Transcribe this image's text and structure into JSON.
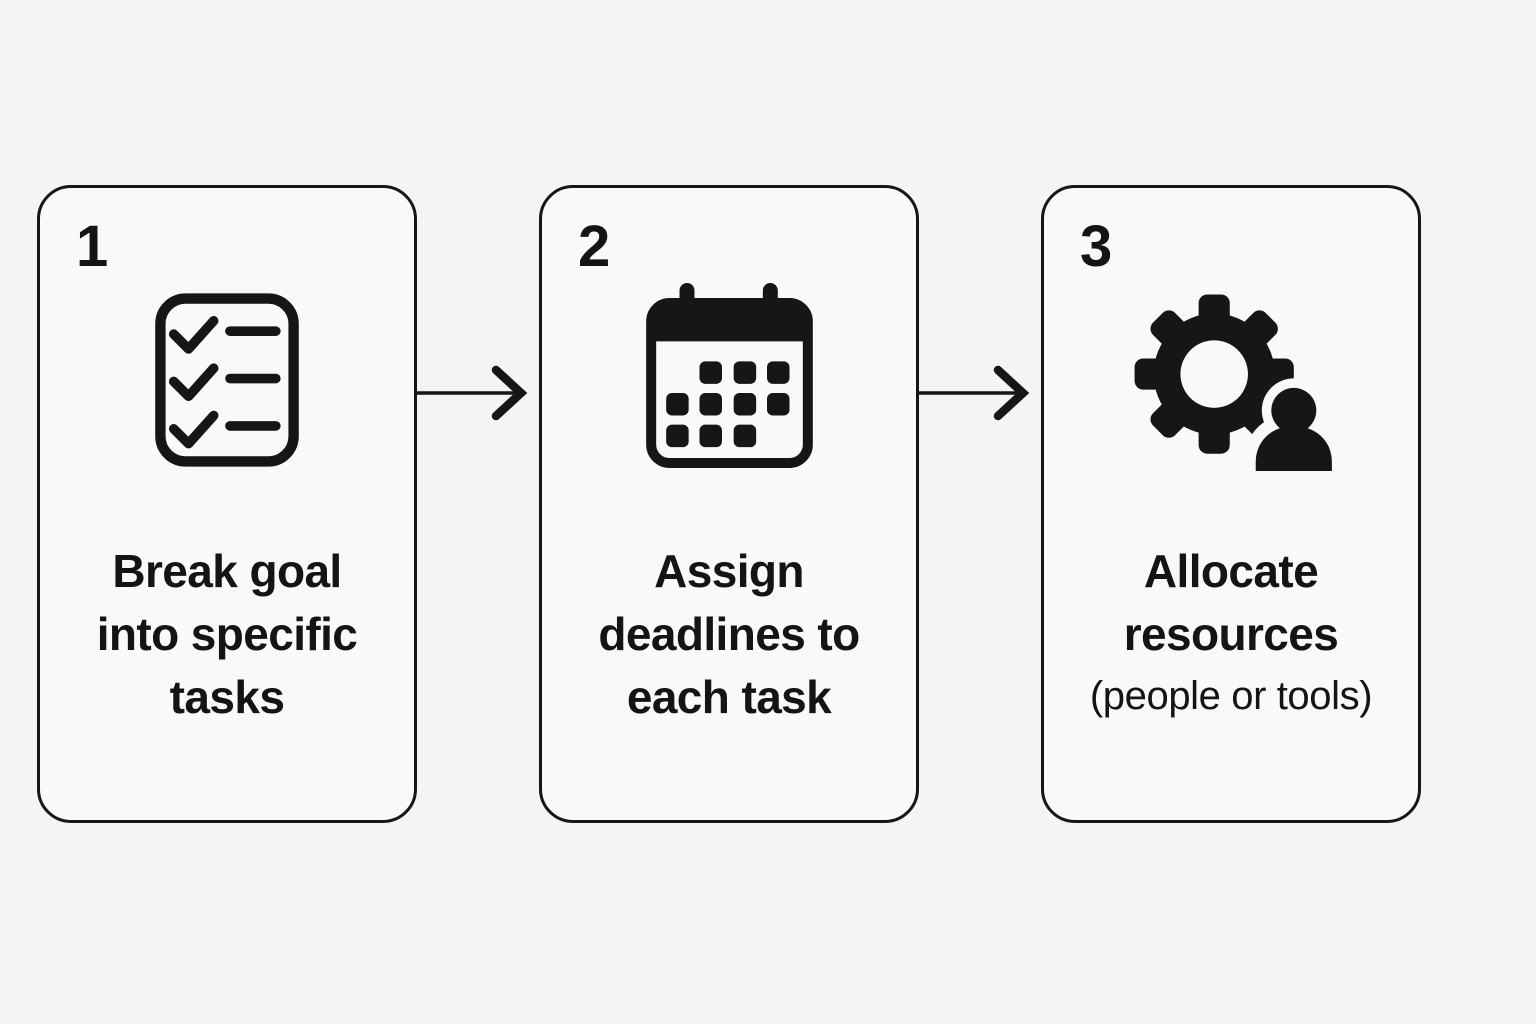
{
  "page": {
    "background": "#f4f4f2",
    "card_background": "#f9f9f7",
    "border_color": "#161616",
    "text_color": "#141414"
  },
  "steps": [
    {
      "number": "1",
      "icon": "checklist-icon",
      "title": "Break goal into specific tasks",
      "lines": [
        "Break goal",
        "into specific",
        "tasks"
      ]
    },
    {
      "number": "2",
      "icon": "calendar-icon",
      "title": "Assign deadlines to each task",
      "lines": [
        "Assign",
        "deadlines to",
        "each task"
      ]
    },
    {
      "number": "3",
      "icon": "gear-person-icon",
      "title": "Allocate resources",
      "lines": [
        "Allocate",
        "resources"
      ],
      "subtitle": "(people or tools)"
    }
  ],
  "arrows": [
    "arrow-right",
    "arrow-right"
  ]
}
